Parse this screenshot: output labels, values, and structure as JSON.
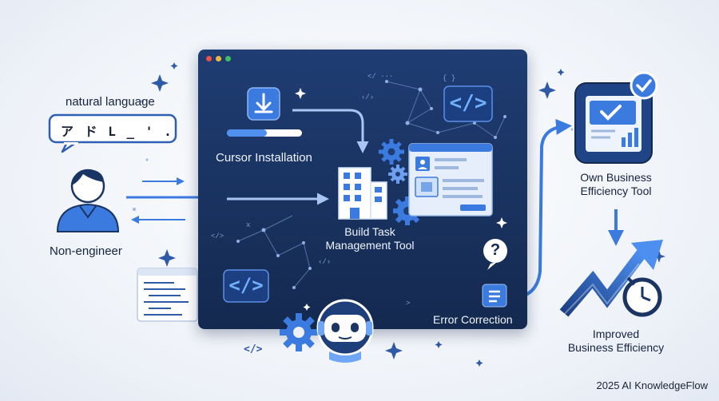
{
  "diagram": {
    "left": {
      "top_label": "natural language",
      "bubble_text": "ア ド L _ ' .",
      "person_label": "Non-engineer"
    },
    "steps": {
      "install": "Cursor Installation",
      "build_line1": "Build Task",
      "build_line2": "Management Tool",
      "error": "Error Correction"
    },
    "right": {
      "own_line1": "Own Business",
      "own_line2": "Efficiency Tool",
      "improved_line1": "Improved",
      "improved_line2": "Business Efficiency"
    },
    "code_glyph": "</>",
    "question_glyph": "?",
    "watermark": "2025 AI KnowledgeFlow"
  },
  "colors": {
    "accent": "#3b7be0",
    "dark": "#1a3564",
    "window_bg": "#1f3d73",
    "text": "#14233f"
  },
  "icons": [
    "download-icon",
    "building-icon",
    "gear-icon",
    "dashboard-icon",
    "code-icon",
    "robot-icon",
    "question-icon",
    "document-icon",
    "person-icon",
    "chat-bubble-icon",
    "chart-arrow-icon",
    "clock-icon",
    "checkmark-icon",
    "sparkle-icon"
  ]
}
